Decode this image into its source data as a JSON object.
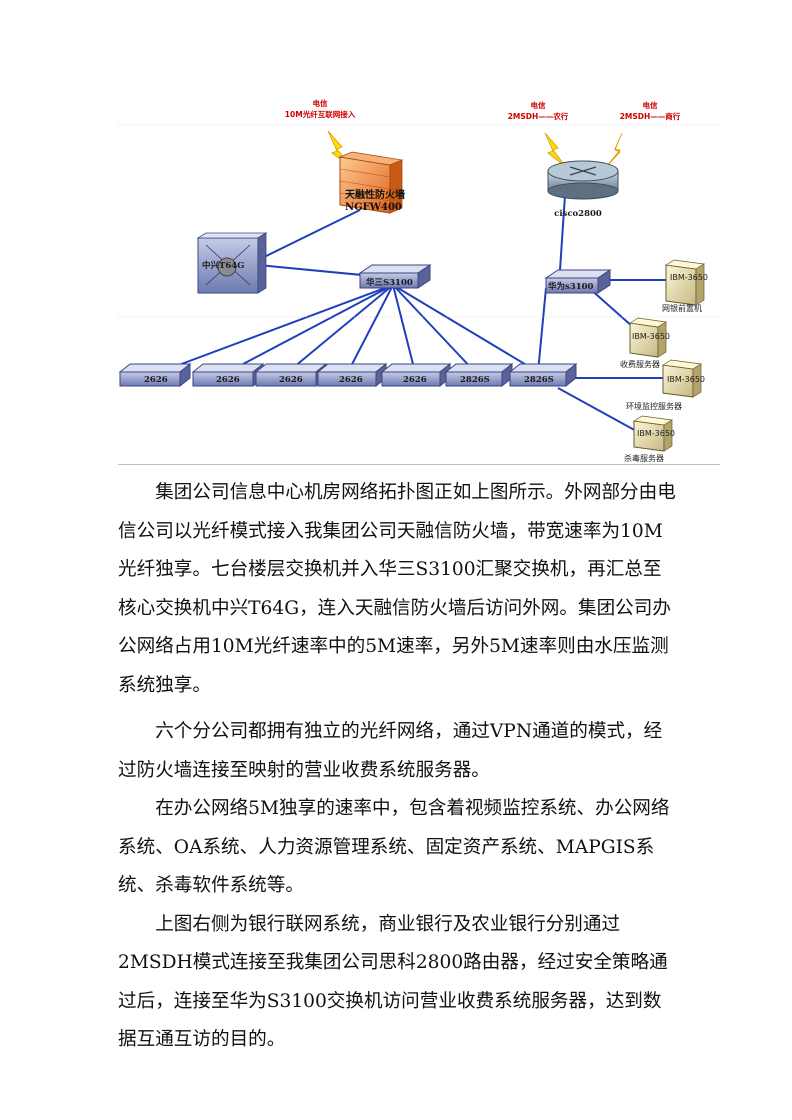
{
  "diagram": {
    "telecom_internet": {
      "line1": "电信",
      "line2": "10M光纤互联网接入"
    },
    "telecom_agri": {
      "line1": "电信",
      "line2": "2MSDH——农行"
    },
    "telecom_comm": {
      "line1": "电信",
      "line2": "2MSDH——商行"
    },
    "firewall": {
      "line1": "天融性防火墙",
      "line2": "NGFW400"
    },
    "router": "cisco2800",
    "core_switch": "中兴T64G",
    "agg_switch": "华三S3100",
    "huawei_switch": "华为s3100",
    "floor_switches": [
      "2626",
      "2626",
      "2626",
      "2626",
      "2626",
      "2826S",
      "2826S"
    ],
    "servers": [
      {
        "id": "IBM-3650",
        "label": "网银前置机"
      },
      {
        "id": "IBM-3650",
        "label": "收费服务器"
      },
      {
        "id": "IBM-3650",
        "label": "环境监控服务器"
      },
      {
        "id": "IBM-3650",
        "label": "杀毒服务器"
      }
    ]
  },
  "paragraphs": [
    "集团公司信息中心机房网络拓扑图正如上图所示。外网部分由电信公司以光纤模式接入我集团公司天融信防火墙，带宽速率为10M光纤独享。七台楼层交换机并入华三S3100汇聚交换机，再汇总至核心交换机中兴T64G，连入天融信防火墙后访问外网。集团公司办公网络占用10M光纤速率中的5M速率，另外5M速率则由水压监测系统独享。",
    "六个分公司都拥有独立的光纤网络，通过VPN通道的模式，经过防火墙连接至映射的营业收费系统服务器。",
    "在办公网络5M独享的速率中，包含着视频监控系统、办公网络系统、OA系统、人力资源管理系统、固定资产系统、MAPGIS系统、杀毒软件系统等。",
    "上图右侧为银行联网系统，商业银行及农业银行分别通过2MSDH模式连接至我集团公司思科2800路由器，经过安全策略通过后，连接至华为S3100交换机访问营业收费系统服务器，达到数据互通互访的目的。"
  ]
}
